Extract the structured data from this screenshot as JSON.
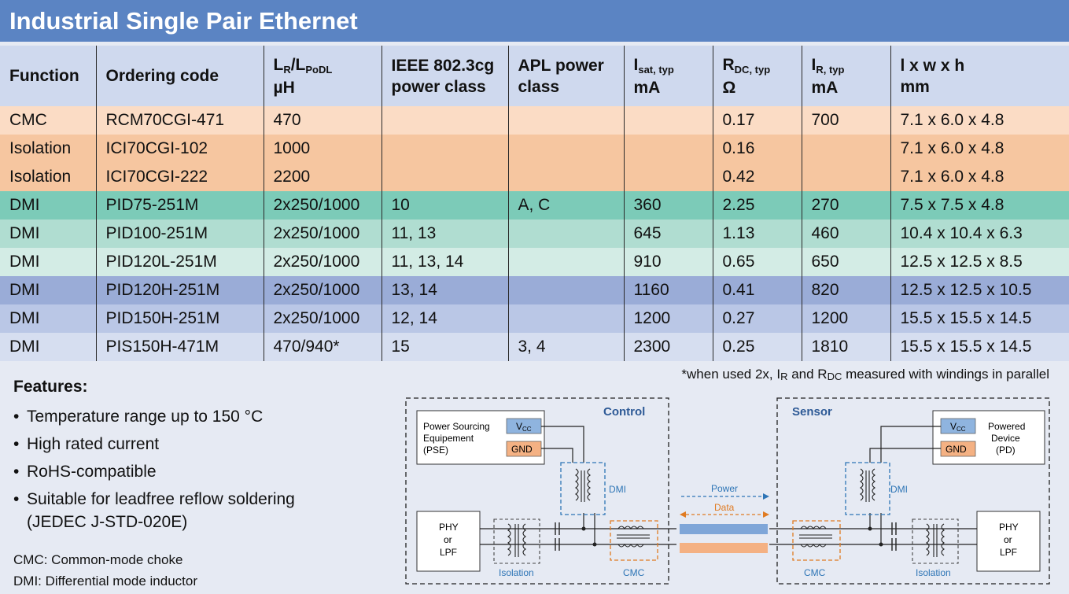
{
  "title": "Industrial Single Pair Ethernet",
  "table": {
    "headers": {
      "function": "Function",
      "ordering_code": "Ordering code",
      "inductance_main": "L",
      "inductance_sub1": "R",
      "inductance_slash": "/L",
      "inductance_sub2": "PoDL",
      "inductance_unit": "µH",
      "ieee_line1": "IEEE 802.3cg",
      "ieee_line2": "power class",
      "apl_line1": "APL power",
      "apl_line2": "class",
      "isat_main": "I",
      "isat_sub": "sat, typ",
      "isat_unit": "mA",
      "rdc_main": "R",
      "rdc_sub": "DC, typ",
      "rdc_unit": "Ω",
      "ir_main": "I",
      "ir_sub": "R, typ",
      "ir_unit": "mA",
      "dim_line1": "l x w x h",
      "dim_line2": "mm"
    },
    "rows": [
      {
        "function": "CMC",
        "code": "RCM70CGI-471",
        "l": "470",
        "ieee": "",
        "apl": "",
        "isat": "",
        "rdc": "0.17",
        "ir": "700",
        "dim": "7.1 x 6.0 x 4.8"
      },
      {
        "function": "Isolation",
        "code": "ICI70CGI-102",
        "l": "1000",
        "ieee": "",
        "apl": "",
        "isat": "",
        "rdc": "0.16",
        "ir": "",
        "dim": "7.1 x 6.0 x 4.8"
      },
      {
        "function": "Isolation",
        "code": "ICI70CGI-222",
        "l": "2200",
        "ieee": "",
        "apl": "",
        "isat": "",
        "rdc": "0.42",
        "ir": "",
        "dim": "7.1 x 6.0 x 4.8"
      },
      {
        "function": "DMI",
        "code": "PID75-251M",
        "l": "2x250/1000",
        "ieee": "10",
        "apl": "A, C",
        "isat": "360",
        "rdc": "2.25",
        "ir": "270",
        "dim": "7.5 x 7.5 x 4.8"
      },
      {
        "function": "DMI",
        "code": "PID100-251M",
        "l": "2x250/1000",
        "ieee": "11, 13",
        "apl": "",
        "isat": "645",
        "rdc": "1.13",
        "ir": "460",
        "dim": "10.4 x 10.4 x 6.3"
      },
      {
        "function": "DMI",
        "code": "PID120L-251M",
        "l": "2x250/1000",
        "ieee": "11, 13, 14",
        "apl": "",
        "isat": "910",
        "rdc": "0.65",
        "ir": "650",
        "dim": "12.5 x 12.5 x 8.5"
      },
      {
        "function": "DMI",
        "code": "PID120H-251M",
        "l": "2x250/1000",
        "ieee": "13, 14",
        "apl": "",
        "isat": "1160",
        "rdc": "0.41",
        "ir": "820",
        "dim": "12.5 x 12.5 x 10.5"
      },
      {
        "function": "DMI",
        "code": "PID150H-251M",
        "l": "2x250/1000",
        "ieee": "12, 14",
        "apl": "",
        "isat": "1200",
        "rdc": "0.27",
        "ir": "1200",
        "dim": "15.5 x 15.5 x 14.5"
      },
      {
        "function": "DMI",
        "code": "PIS150H-471M",
        "l": "470/940*",
        "ieee": "15",
        "apl": "3, 4",
        "isat": "2300",
        "rdc": "0.25",
        "ir": "1810",
        "dim": "15.5 x 15.5 x 14.5"
      }
    ]
  },
  "footnote": {
    "part1": "*when used 2x, I",
    "sub1": "R",
    "part2": " and R",
    "sub2": "DC",
    "part3": " measured with windings in parallel"
  },
  "features": {
    "title": "Features:",
    "bullet": "•",
    "items": [
      "Temperature range up to 150 °C",
      "High rated current",
      "RoHS-compatible",
      "Suitable for leadfree reflow soldering",
      "(JEDEC J-STD-020E)"
    ]
  },
  "legend": {
    "cmc": "CMC: Common-mode choke",
    "dmi": "DMI: Differential mode inductor"
  },
  "diagram": {
    "control_label": "Control",
    "sensor_label": "Sensor",
    "pse_line1": "Power Sourcing",
    "pse_line2": "Equipement",
    "pse_line3": "(PSE)",
    "pd_line1": "Powered",
    "pd_line2": "Device",
    "pd_line3": "(PD)",
    "vcc_main": "V",
    "vcc_sub": "CC",
    "gnd": "GND",
    "dmi": "DMI",
    "cmc": "CMC",
    "isolation": "Isolation",
    "phy_line1": "PHY",
    "phy_line2": "or",
    "phy_line3": "LPF",
    "power": "Power",
    "data": "Data",
    "colors": {
      "blue_dash": "#2e75b6",
      "orange_dash": "#e07b22",
      "vcc_fill": "#8fb4df",
      "gnd_fill": "#f4b183",
      "cable_blue": "#7fa6d8",
      "cable_orange": "#f4b183"
    }
  }
}
